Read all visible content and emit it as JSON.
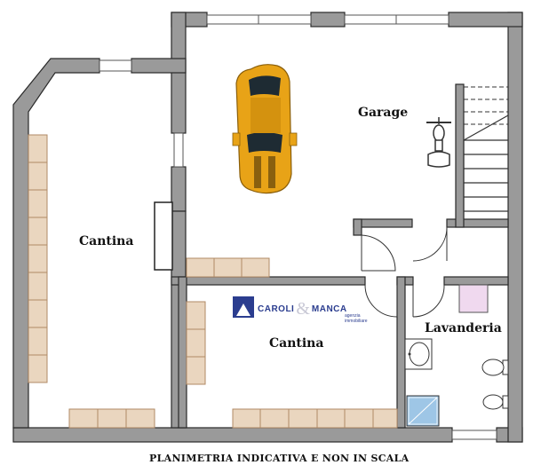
{
  "rooms": {
    "garage": "Garage",
    "cantina_left": "Cantina",
    "cantina_center": "Cantina",
    "lavanderia": "Lavanderia"
  },
  "logo": {
    "name_left": "CAROLI",
    "ampersand": "&",
    "name_right": "MANCA",
    "tagline": "agenzia immobiliare"
  },
  "caption": "PLANIMETRIA INDICATIVA E NON IN SCALA",
  "colors": {
    "wall_fill": "#9a9a9a",
    "shelf_fill": "#ead6bf",
    "car_body": "#e8a317",
    "logo_blue": "#2b3d8f"
  }
}
